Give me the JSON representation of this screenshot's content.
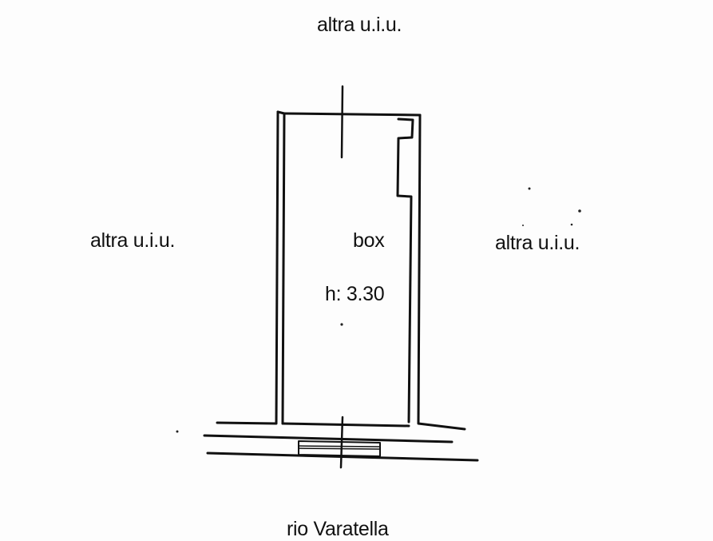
{
  "plan": {
    "labels": {
      "top": "altra u.i.u.",
      "left": "altra u.i.u.",
      "right": "altra u.i.u.",
      "room_name": "box",
      "room_height": "h: 3.30",
      "bottom": "rio Varatella"
    },
    "colors": {
      "ink": "#111111",
      "paper": "#fdfdfd"
    }
  }
}
